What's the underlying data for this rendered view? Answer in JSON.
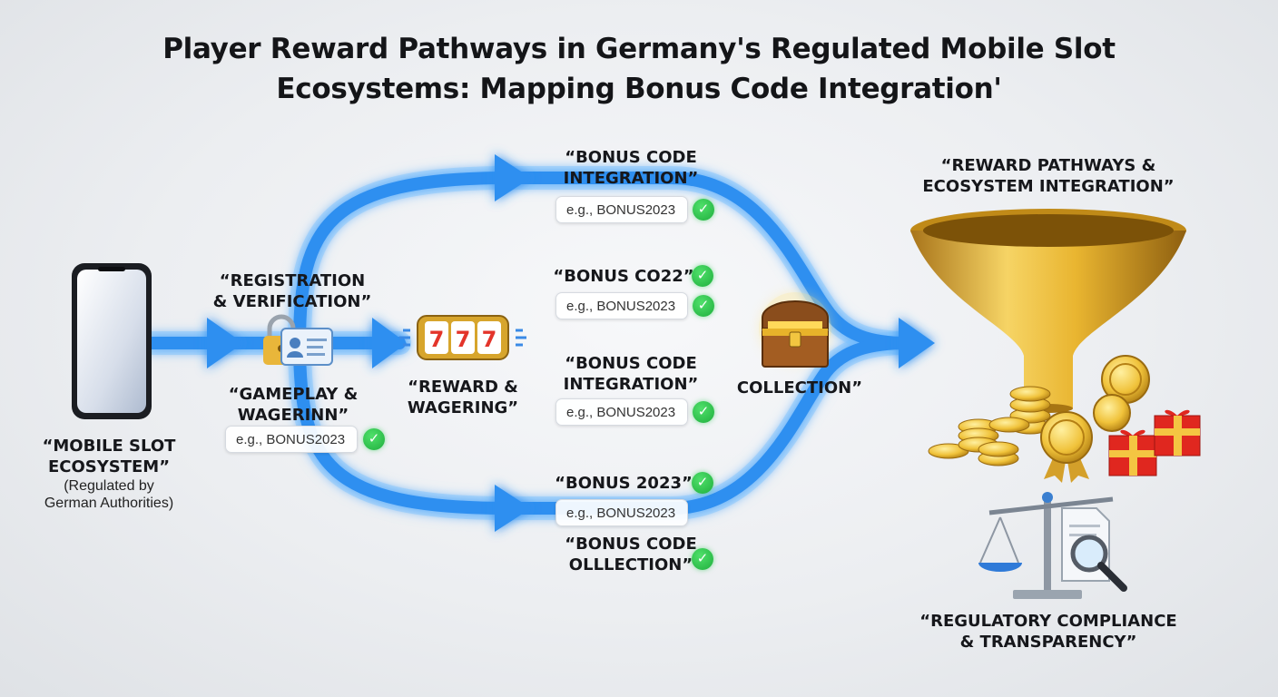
{
  "title": {
    "line1": "Player Reward Pathways in Germany's Regulated Mobile Slot",
    "line2": "Ecosystems: Mapping Bonus Code Integration'"
  },
  "nodes": {
    "mobile": {
      "label1": "“MOBILE SLOT",
      "label2": "ECOSYSTEM”",
      "sub1": "(Regulated by",
      "sub2": "German Authorities)"
    },
    "registration": {
      "label1": "“REGISTRATION",
      "label2": "& VERIFICATION”"
    },
    "gameplay": {
      "label1": "“GAMEPLAY &",
      "label2": "WAGERINN”",
      "chip": "e.g., BONUS2023"
    },
    "reward": {
      "label1": "“REWARD &",
      "label2": "WAGERING”"
    },
    "bonus_top": {
      "label1": "“BONUS CODE",
      "label2": "INTEGRATION”",
      "chip": "e.g., BONUS2023"
    },
    "bonus_c022": {
      "label1": "“BONUS CO22”",
      "chip": "e.g., BONUS2023"
    },
    "bonus_mid": {
      "label1": "“BONUS CODE",
      "label2": "INTEGRATION”",
      "chip": "e.g., BONUS2023"
    },
    "bonus_2023": {
      "label1": "“BONUS 2023”",
      "chip": "e.g., BONUS2023"
    },
    "bonus_bottom": {
      "label1": "“BONUS CODE",
      "label2": "OLLLECTION”"
    },
    "collection": {
      "label1": "COLLECTION”"
    },
    "funnel": {
      "label1": "“REWARD PATHWAYS &",
      "label2": "ECOSYSTEM INTEGRATION”"
    },
    "compliance": {
      "label1": "“REGULATORY COMPLIANCE",
      "label2": "& TRANSPARENCY”"
    }
  },
  "icons": [
    "smartphone-icon",
    "padlock-icon",
    "id-card-icon",
    "slot-machine-icon",
    "treasure-chest-icon",
    "funnel-icon",
    "coins-icon",
    "medal-icon",
    "gift-box-icon",
    "scales-icon",
    "document-magnifier-icon",
    "check-icon"
  ],
  "colors": {
    "flow": "#2f8ff0",
    "flow_glow": "#7cc4ff",
    "check": "#22b343",
    "gold": "#e8b32a"
  }
}
